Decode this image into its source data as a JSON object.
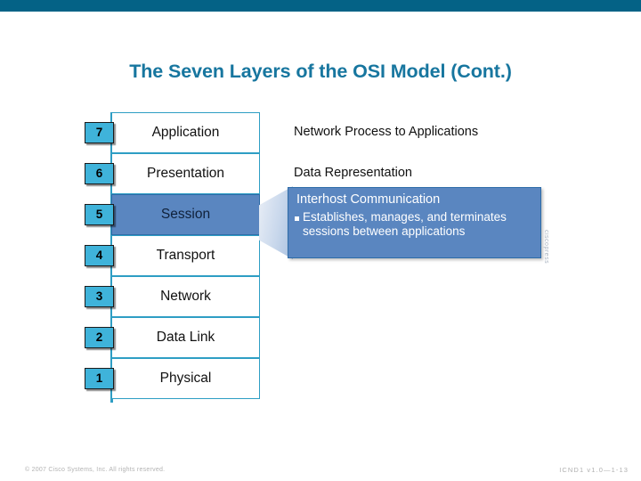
{
  "header": {
    "bar_color": "#046286"
  },
  "slide": {
    "title": "The Seven Layers of the OSI Model (Cont.)",
    "title_color": "#17769f"
  },
  "osi_stack": {
    "layers": [
      {
        "number": "7",
        "name": "Application",
        "highlighted": false
      },
      {
        "number": "6",
        "name": "Presentation",
        "highlighted": false
      },
      {
        "number": "5",
        "name": "Session",
        "highlighted": true
      },
      {
        "number": "4",
        "name": "Transport",
        "highlighted": false
      },
      {
        "number": "3",
        "name": "Network",
        "highlighted": false
      },
      {
        "number": "2",
        "name": "Data Link",
        "highlighted": false
      },
      {
        "number": "1",
        "name": "Physical",
        "highlighted": false
      }
    ],
    "box_border_color": "#2e9ec4",
    "highlight_fill": "#5a86c0",
    "number_tab_fill": "#3fb3da"
  },
  "descriptions": [
    {
      "text": "Network Process to Applications"
    },
    {
      "text": "Data Representation"
    }
  ],
  "callout": {
    "heading": "Interhost Communication",
    "bullet": "Establishes, manages, and terminates sessions between applications",
    "fill_color": "#5a86c0",
    "border_color": "#2e6ca8",
    "watermark": "ciscopress"
  },
  "footer": {
    "copyright": "© 2007 Cisco Systems, Inc. All rights reserved.",
    "code": "ICND1 v1.0—1-13"
  }
}
